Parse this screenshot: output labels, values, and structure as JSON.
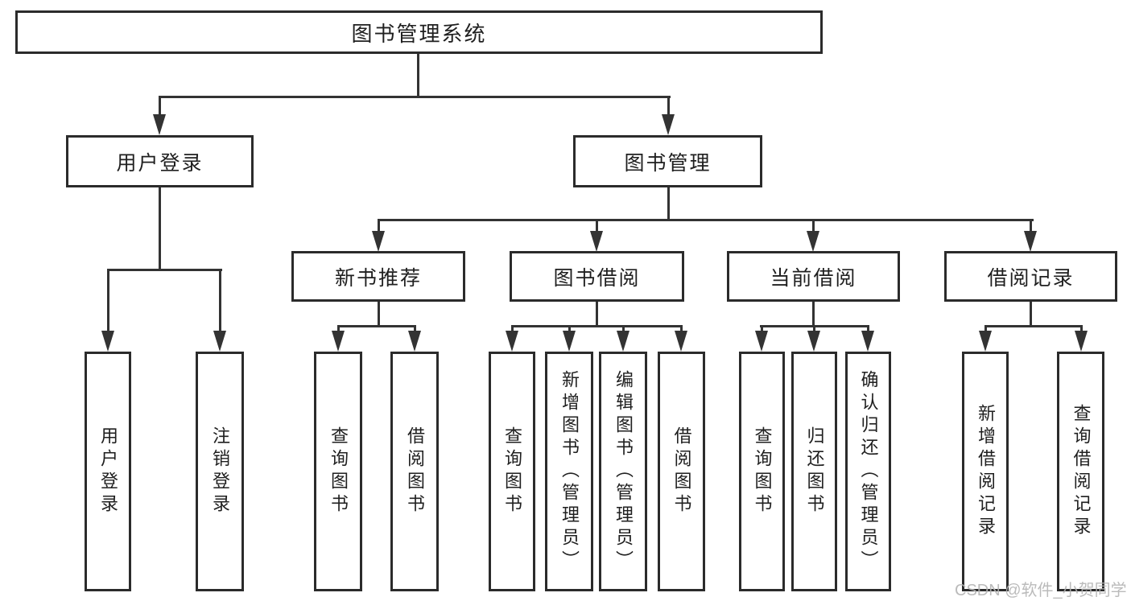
{
  "diagram": {
    "root": {
      "label": "图书管理系统"
    },
    "branches": [
      {
        "label": "用户登录",
        "children": [
          {
            "label": "用户登录"
          },
          {
            "label": "注销登录"
          }
        ]
      },
      {
        "label": "图书管理",
        "groups": [
          {
            "label": "新书推荐",
            "children": [
              {
                "label": "查询图书"
              },
              {
                "label": "借阅图书"
              }
            ]
          },
          {
            "label": "图书借阅",
            "children": [
              {
                "label": "查询图书"
              },
              {
                "label": "新增图书（管理员）"
              },
              {
                "label": "编辑图书（管理员）"
              },
              {
                "label": "借阅图书"
              }
            ]
          },
          {
            "label": "当前借阅",
            "children": [
              {
                "label": "查询图书"
              },
              {
                "label": "归还图书"
              },
              {
                "label": "确认归还（管理员）"
              }
            ]
          },
          {
            "label": "借阅记录",
            "children": [
              {
                "label": "新增借阅记录"
              },
              {
                "label": "查询借阅记录"
              }
            ]
          }
        ]
      }
    ]
  },
  "watermark": "CSDN @软件_小贺同学",
  "colors": {
    "line": "#333333",
    "border": "#2b2b2b",
    "text": "#1f1f1f",
    "watermark": "#b4b4b4",
    "background": "#ffffff"
  }
}
